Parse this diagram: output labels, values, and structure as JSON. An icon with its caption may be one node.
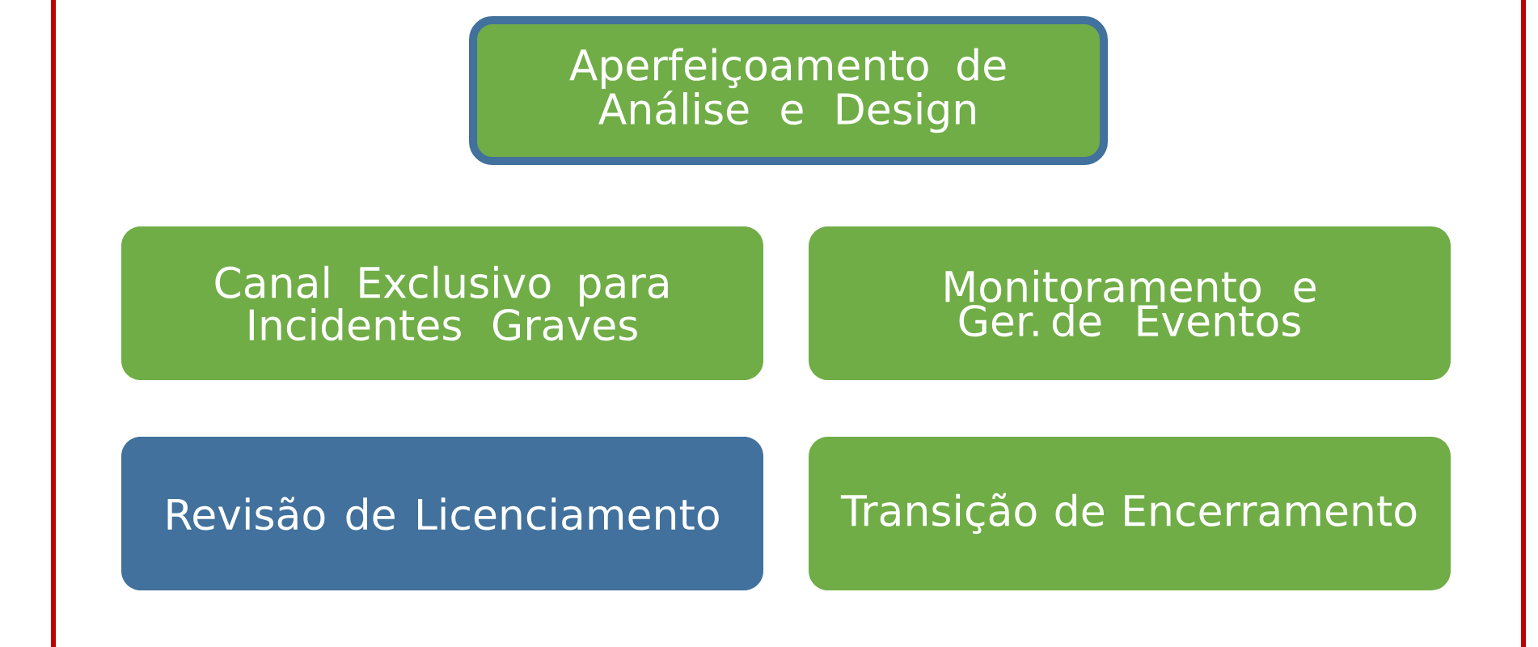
{
  "diagram": {
    "nodes": [
      {
        "text": [
          "Aperfeiçoamento de Análise e Design"
        ]
      },
      {
        "text": [
          "Canal Exclusivo para Incidentes Graves"
        ]
      },
      {
        "text": [
          "Monitoramento e Ger. de Eventos"
        ]
      },
      {
        "text": [
          "Revisão de Licenciamento"
        ]
      },
      {
        "text": [
          "Transição de Encerramento"
        ]
      }
    ]
  }
}
